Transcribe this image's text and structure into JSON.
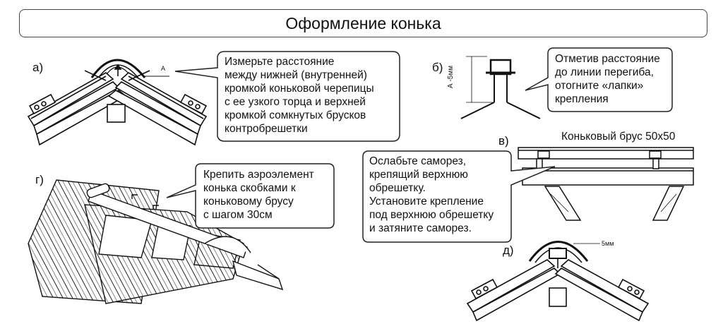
{
  "title": "Оформление конька",
  "panels": {
    "a": {
      "label": "а)",
      "dim_label": "А",
      "note_lines": [
        "Измерьте расстояние",
        "между нижней (внутренней)",
        "кромкой коньковой черепицы",
        "с ее узкого торца и верхней",
        "кромкой сомкнутых брусков",
        "контробрешетки"
      ]
    },
    "b": {
      "label": "б)",
      "dim_label": "А -5мм",
      "note_lines": [
        "Отметив расстояние",
        "до линии перегиба,",
        "отогните «лапки»",
        "крепления"
      ]
    },
    "v": {
      "label": "в)",
      "beam_label": "Коньковый брус 50х50",
      "note_lines": [
        "Ослабьте саморез,",
        "крепящий верхнюю",
        "обрешетку.",
        "Установите крепление",
        "под верхнюю обрешетку",
        "и затяните саморез."
      ]
    },
    "g": {
      "label": "г)",
      "note_lines": [
        "Крепить аэроэлемент",
        "конька скобками к",
        "коньковому брусу",
        "с шагом 30см"
      ]
    },
    "d": {
      "label": "д)",
      "dim_label": "5мм"
    }
  }
}
